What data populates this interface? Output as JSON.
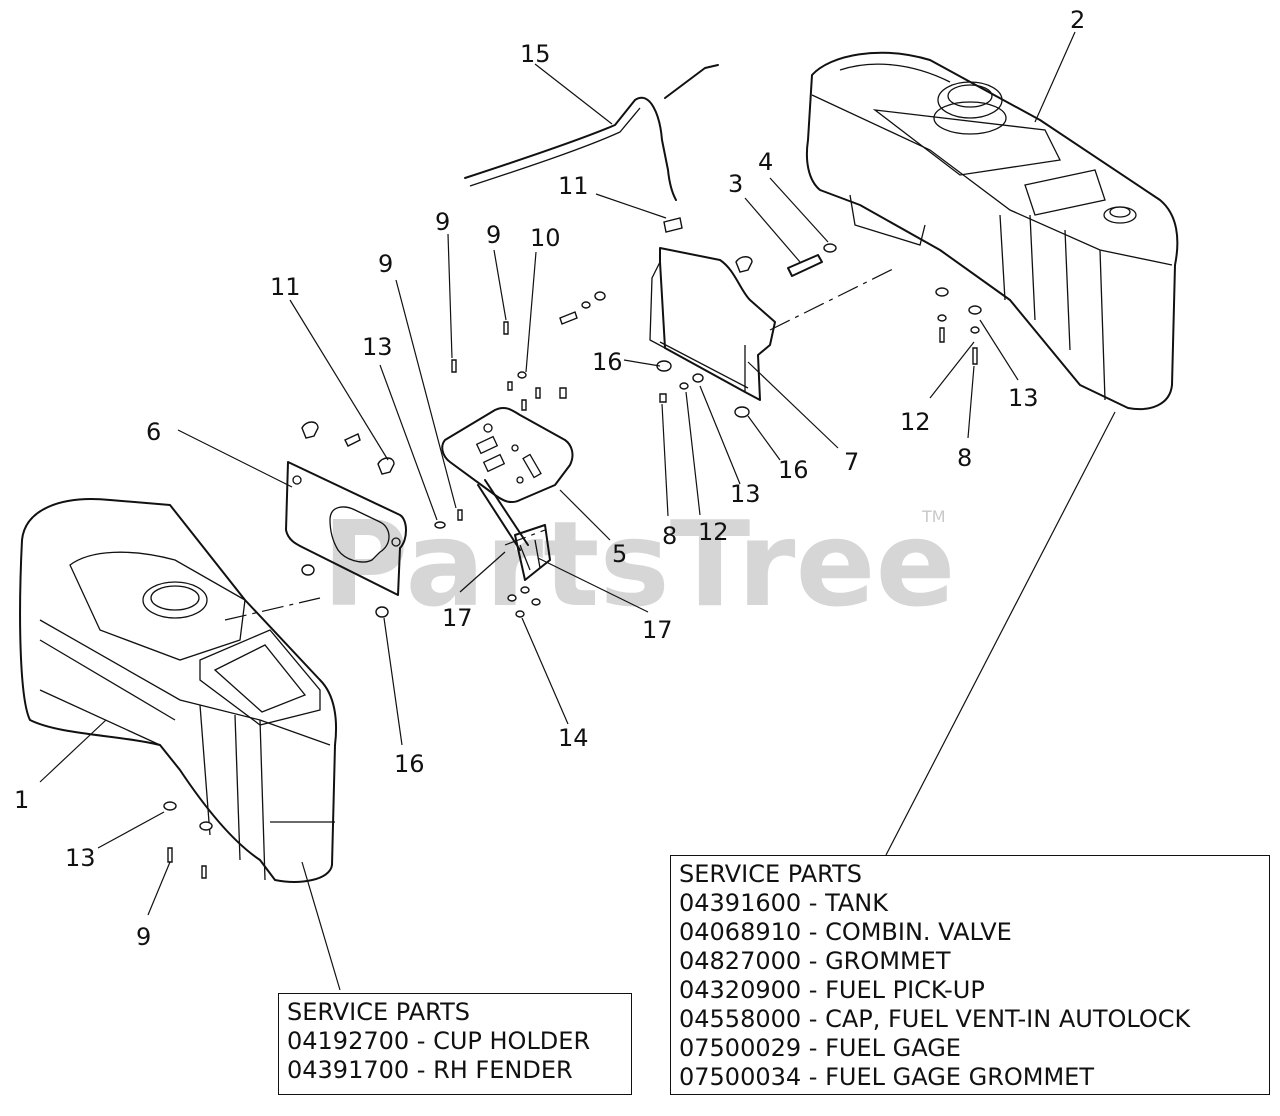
{
  "watermark": {
    "text": "PartsTree",
    "trademark": "TM"
  },
  "callouts": {
    "c1": "1",
    "c2": "2",
    "c3": "3",
    "c4": "4",
    "c5": "5",
    "c6": "6",
    "c7": "7",
    "c8a": "8",
    "c8b": "8",
    "c9a": "9",
    "c9b": "9",
    "c9c": "9",
    "c9d": "9",
    "c10": "10",
    "c11a": "11",
    "c11b": "11",
    "c12a": "12",
    "c12b": "12",
    "c13a": "13",
    "c13b": "13",
    "c13c": "13",
    "c13d": "13",
    "c14": "14",
    "c15": "15",
    "c16a": "16",
    "c16b": "16",
    "c16c": "16",
    "c17a": "17",
    "c17b": "17"
  },
  "service_parts_right": {
    "title": "SERVICE PARTS",
    "items": [
      "04391600 - TANK",
      "04068910 - COMBIN. VALVE",
      "04827000 - GROMMET",
      "04320900 - FUEL PICK-UP",
      "04558000 - CAP, FUEL VENT-IN AUTOLOCK",
      "07500029 - FUEL GAGE",
      "07500034 - FUEL GAGE GROMMET"
    ]
  },
  "service_parts_left": {
    "title": "SERVICE PARTS",
    "items": [
      "04192700 - CUP HOLDER",
      "04391700 - RH FENDER"
    ]
  }
}
